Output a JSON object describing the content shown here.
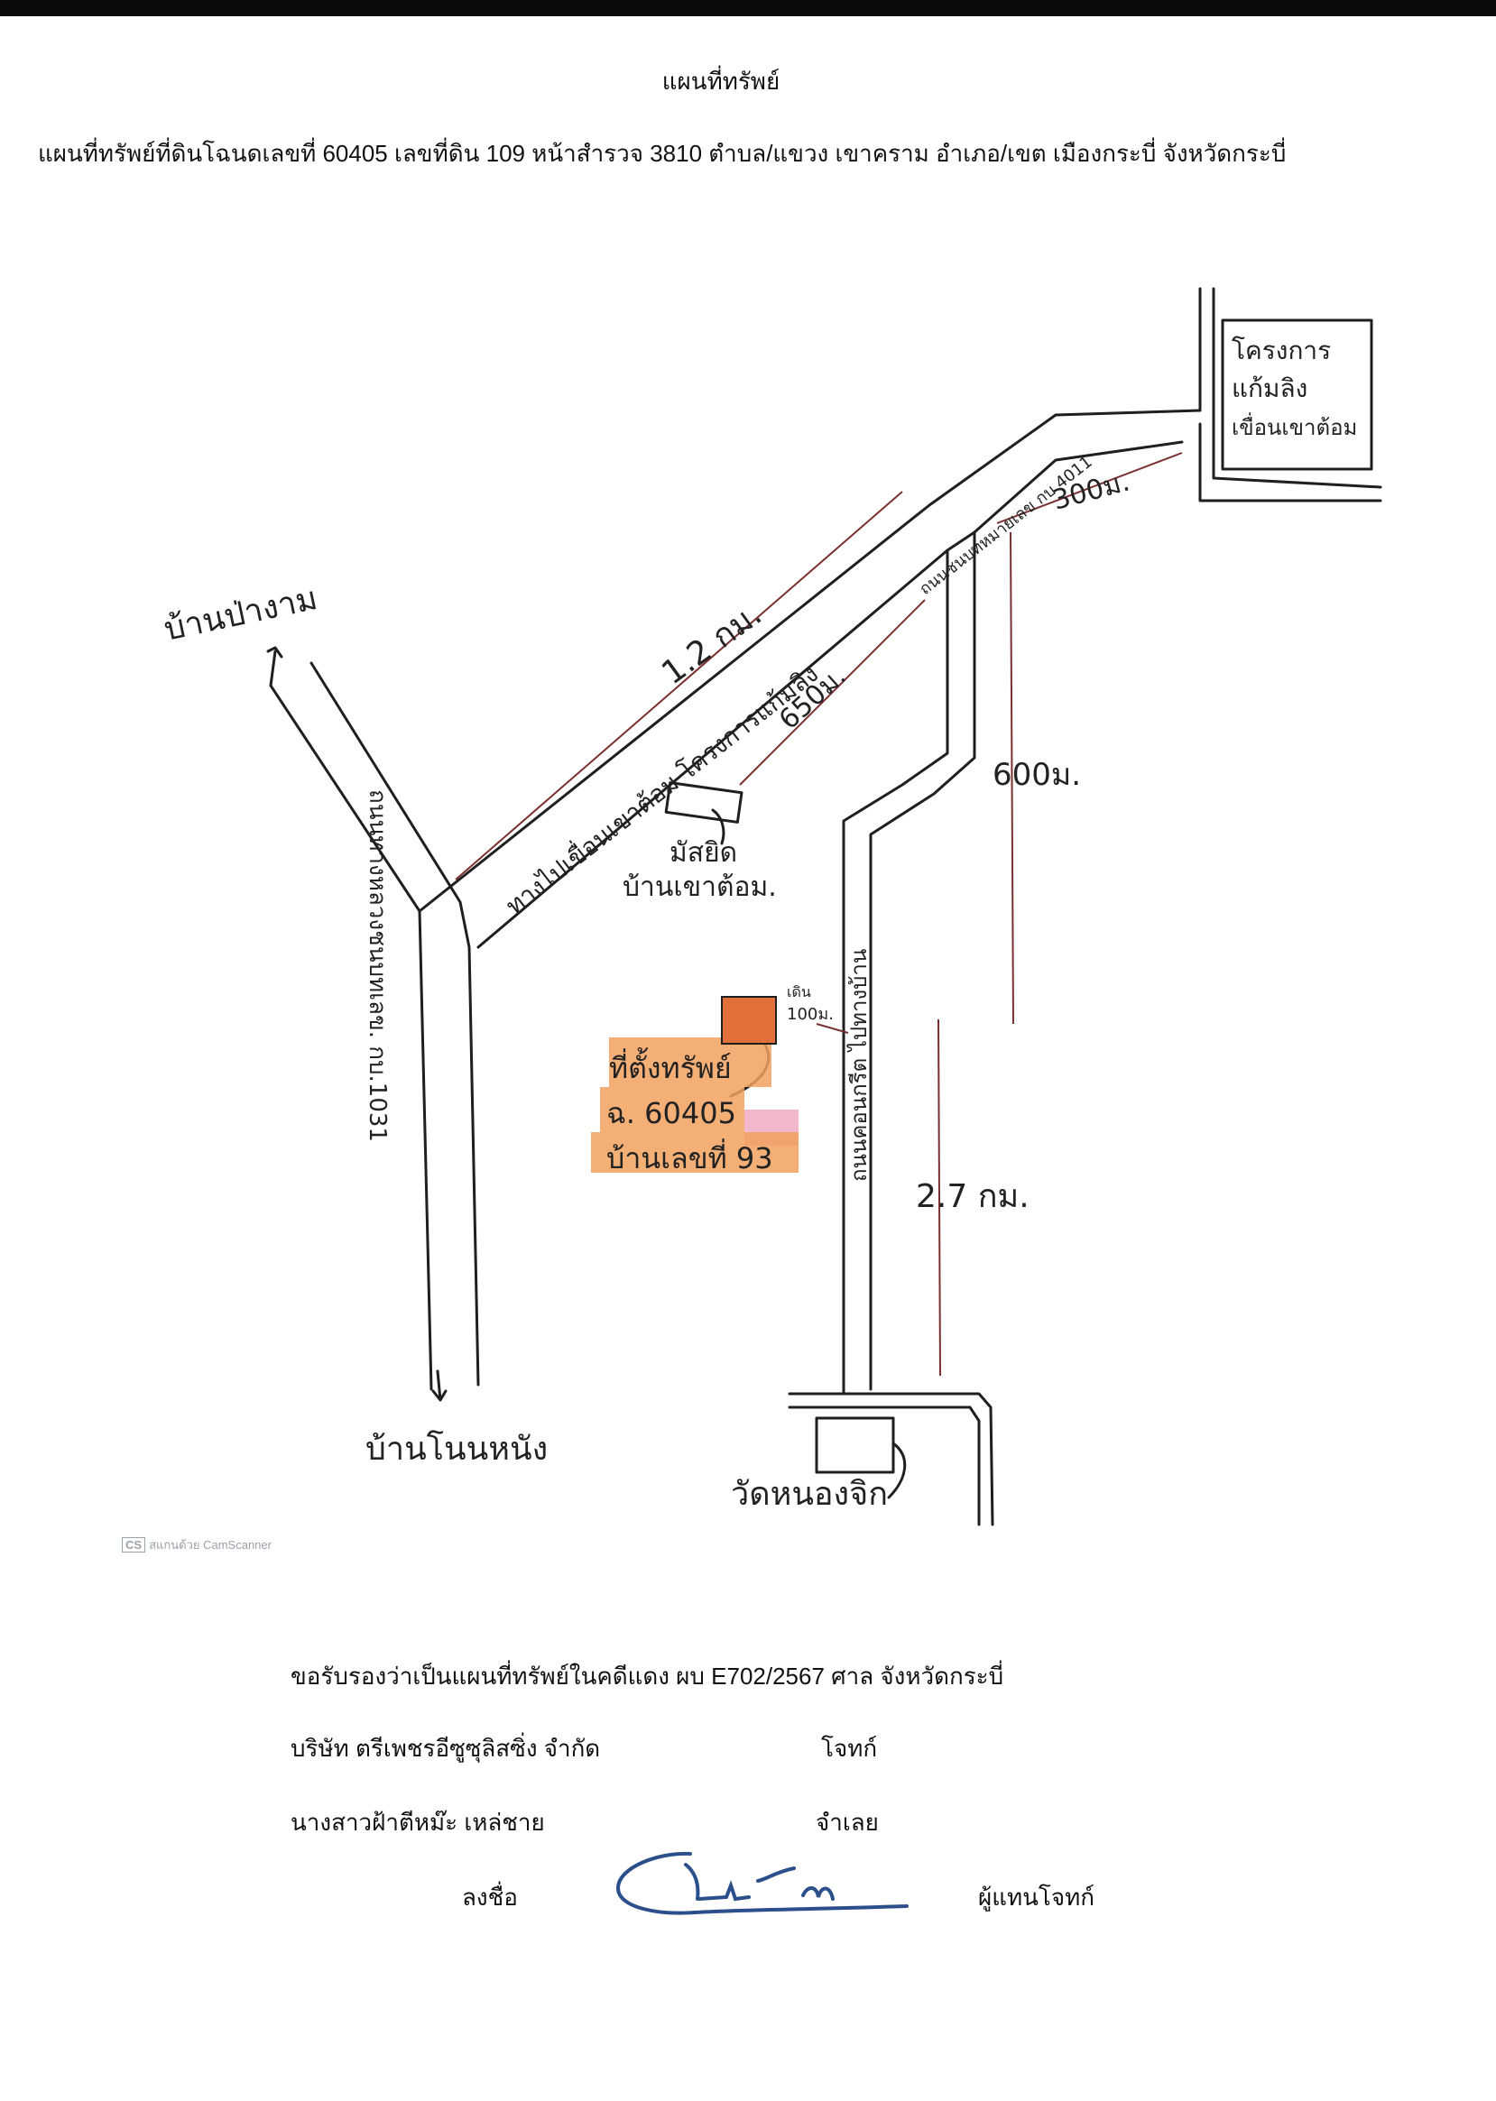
{
  "document": {
    "title": "แผนที่ทรัพย์",
    "header": "แผนที่ทรัพย์ที่ดินโฉนดเลขที่ 60405  เลขที่ดิน 109  หน้าสำรวจ 3810   ตำบล/แขวง เขาคราม  อำเภอ/เขต เมืองกระบี่ จังหวัดกระบี่",
    "watermark": "สแกนด้วย CamScanner",
    "watermark_badge": "CS"
  },
  "map": {
    "labels": {
      "project": [
        "โครงการ",
        "แก้มลิง",
        "เขื่อนเขาต้อม"
      ],
      "ban_pa_ngam": "บ้านป่างาม",
      "ban_non_nang": "บ้านโนนหนัง",
      "wat_nong_chik": "วัดหนองจิก",
      "mosque": [
        "มัสยิด",
        "บ้านเขาต้อม."
      ],
      "road_to_project": "ทางไปเขื่อนเขาต้อม โครงการแก้มลิง",
      "road_kb4011": "ถนนชนบทหมายเลข กบ 4011",
      "road_kb1031": "ถนนทางหลวงชนบทเลข. กบ.1031",
      "road_local": "ถนนคอนกรีต ไปทางบ้าน",
      "property_lines": [
        "ที่ตั้งทรัพย์",
        "ฉ. 60405",
        "บ้านเลขที่ 93"
      ],
      "walk": [
        "เดิน",
        "100ม."
      ]
    },
    "distances": {
      "d_1_2km": "1.2 กม.",
      "d_650m": "650ม.",
      "d_300m": "300ม.",
      "d_600m": "600ม.",
      "d_2_7km": "2.7 กม."
    },
    "colors": {
      "property_orange": "#f2a15e",
      "property_pink": "#f0a9c4",
      "property_square": "#e2703a",
      "ink": "#1f1f1f",
      "dim_line": "#7a3030"
    }
  },
  "certification": {
    "statement": "ขอรับรองว่าเป็นแผนที่ทรัพย์ในคดีแดง  ผบ E702/2567  ศาล จังหวัดกระบี่",
    "plaintiff_name": "บริษัท ตรีเพชรอีซูซุลิสซิ่ง จำกัด",
    "plaintiff_role": "โจทก์",
    "defendant_name": "นางสาวฝ้าตีหม๊ะ เหล่ชาย",
    "defendant_role": "จำเลย",
    "sign_label": "ลงชื่อ",
    "signer_role": "ผู้แทนโจทก์"
  }
}
